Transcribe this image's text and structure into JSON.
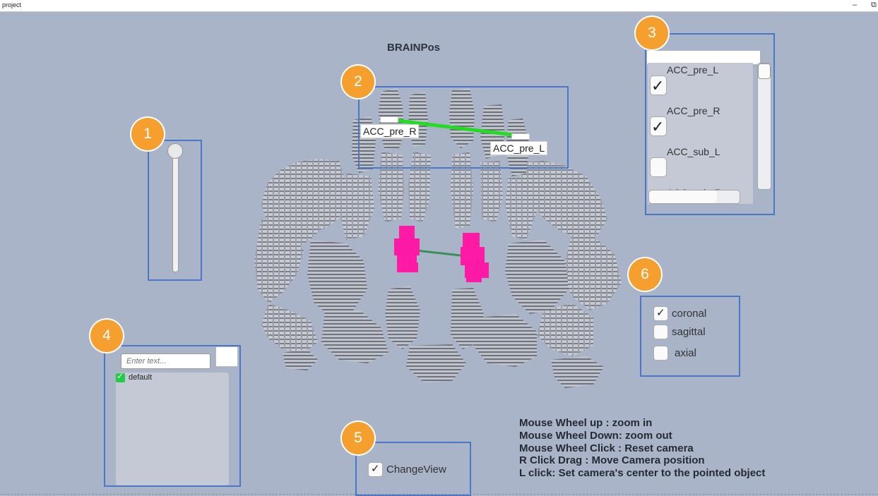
{
  "window": {
    "title": "project",
    "minimize_glyph": "–",
    "restore_glyph": "⧉"
  },
  "app": {
    "title": "BRAINPos"
  },
  "markers": [
    "1",
    "2",
    "3",
    "4",
    "5",
    "6"
  ],
  "brain_view": {
    "roi_labels": [
      {
        "name": "ACC_pre_R"
      },
      {
        "name": "ACC_pre_L"
      }
    ],
    "colors": {
      "tissue": "#c9ccd4",
      "tissue_shadow": "#6d7079",
      "highlight": "#ff1aa6",
      "link_line": "#22dd22",
      "link_line_deep": "#3a8f5a"
    }
  },
  "slice_slider": {
    "value": 1.0
  },
  "roi_list": {
    "search_value": "",
    "items": [
      {
        "label": "ACC_pre_L",
        "checked": true,
        "mark": "✓"
      },
      {
        "label": "ACC_pre_R",
        "checked": true,
        "mark": "✓"
      },
      {
        "label": "ACC_sub_L",
        "checked": false,
        "mark": ""
      },
      {
        "label": "ACC_sub_R",
        "checked": false,
        "mark": ""
      }
    ]
  },
  "groups": {
    "input_placeholder": "Enter text...",
    "add_button_label": "",
    "items": [
      {
        "label": "default",
        "checked": true,
        "mark": "✓"
      }
    ]
  },
  "view_toggles": [
    {
      "label": "coronal",
      "checked": true,
      "mark": "✓"
    },
    {
      "label": "sagittal",
      "checked": false,
      "mark": ""
    },
    {
      "label": "axial",
      "checked": false,
      "mark": ""
    }
  ],
  "change_view": {
    "label": "ChangeView",
    "checked": true,
    "mark": "✓"
  },
  "instructions": [
    "Mouse Wheel up : zoom in",
    "Mouse Wheel Down: zoom out",
    "Mouse Wheel Click : Reset camera",
    "R Click Drag : Move Camera position",
    "L click: Set camera's center to the pointed object"
  ],
  "accent_colors": {
    "marker": "#f5a02e",
    "annotation_border": "#4a78c8",
    "group_check": "#22cc44"
  }
}
